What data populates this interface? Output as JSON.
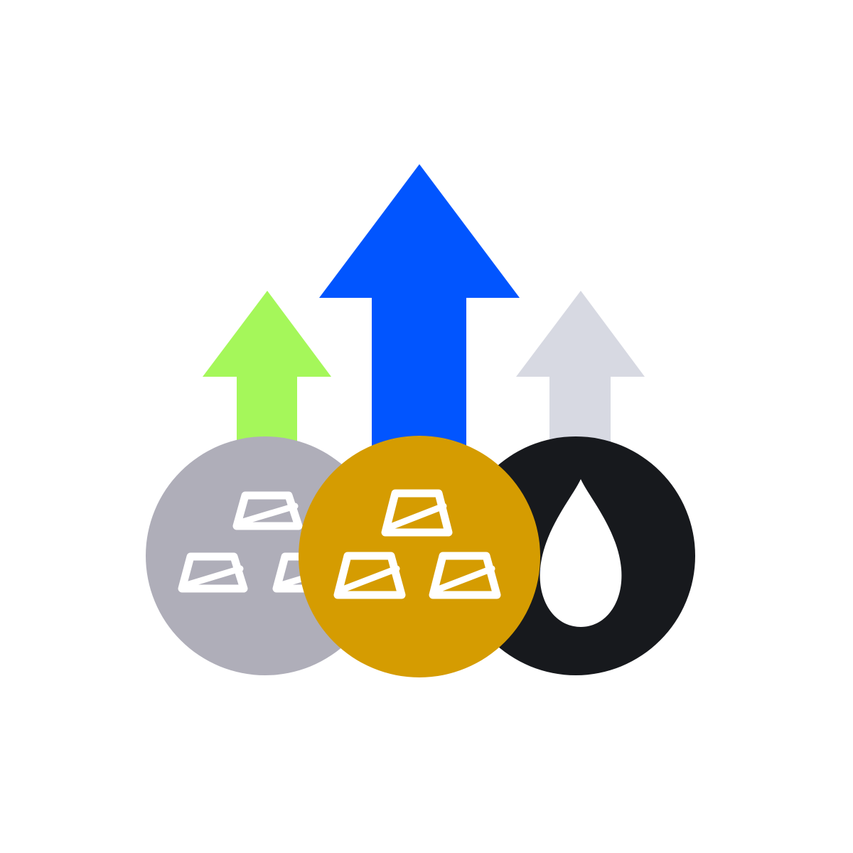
{
  "illustration": {
    "theme": "commodities-rising",
    "arrows": [
      {
        "name": "silver-rise-arrow-icon",
        "icon": "arrow-up",
        "color": "#a5f75a"
      },
      {
        "name": "gold-rise-arrow-icon",
        "icon": "arrow-up",
        "color": "#0155ff"
      },
      {
        "name": "oil-rise-arrow-icon",
        "icon": "arrow-up",
        "color": "#d7d9e2"
      }
    ],
    "coins": [
      {
        "name": "silver-coin-icon",
        "icon": "stacked-bars",
        "commodity": "silver",
        "color": "#afaeb9",
        "glyph_color": "#ffffff"
      },
      {
        "name": "gold-coin-icon",
        "icon": "stacked-bars",
        "commodity": "gold",
        "color": "#d59c01",
        "glyph_color": "#ffffff"
      },
      {
        "name": "oil-coin-icon",
        "icon": "drop",
        "commodity": "oil",
        "color": "#17191d",
        "glyph_color": "#ffffff"
      }
    ]
  }
}
